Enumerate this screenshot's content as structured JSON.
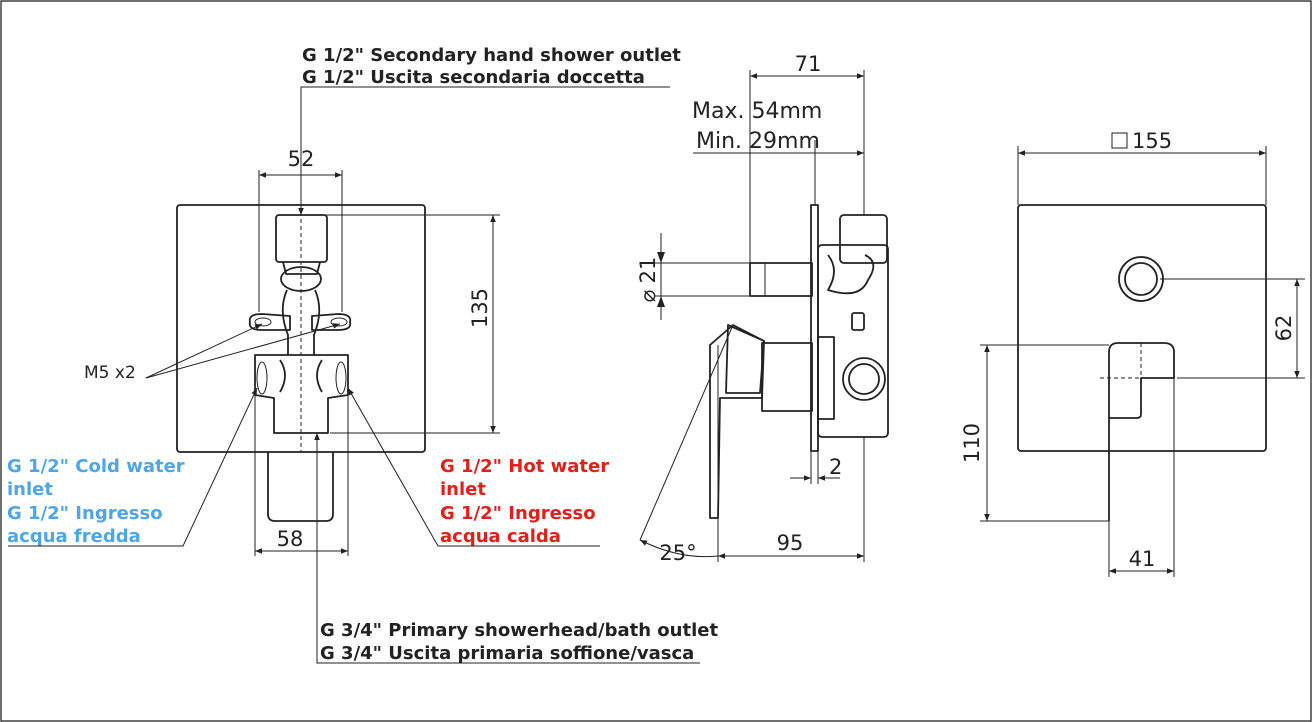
{
  "labels": {
    "secondary_outlet_en": "G 1/2\" Secondary hand shower outlet",
    "secondary_outlet_it": "G 1/2\" Uscita secondaria doccetta",
    "cold_inlet_en_1": "G 1/2\" Cold water",
    "cold_inlet_en_2": "inlet",
    "cold_inlet_it_1": "G 1/2\" Ingresso",
    "cold_inlet_it_2": "acqua fredda",
    "hot_inlet_en_1": "G 1/2\" Hot water",
    "hot_inlet_en_2": "inlet",
    "hot_inlet_it_1": "G 1/2\" Ingresso",
    "hot_inlet_it_2": "acqua calda",
    "primary_outlet_en": "G 3/4\" Primary showerhead/bath outlet",
    "primary_outlet_it": "G 3/4\" Uscita primaria soffione/vasca",
    "screws": "M5 x2",
    "max_depth": "Max. 54mm",
    "min_depth": "Min. 29mm"
  },
  "dimensions": {
    "front_width_top": "52",
    "front_height": "135",
    "front_width_bottom": "58",
    "side_depth_top": "71",
    "side_diameter": "21",
    "side_plate_thickness": "2",
    "side_depth_bottom": "95",
    "side_angle": "25°",
    "plate_size": "155",
    "handle_offset": "62",
    "handle_height": "110",
    "handle_width": "41"
  },
  "colors": {
    "cold": "#4ea6e6",
    "hot": "#e0201a",
    "line": "#222222"
  }
}
